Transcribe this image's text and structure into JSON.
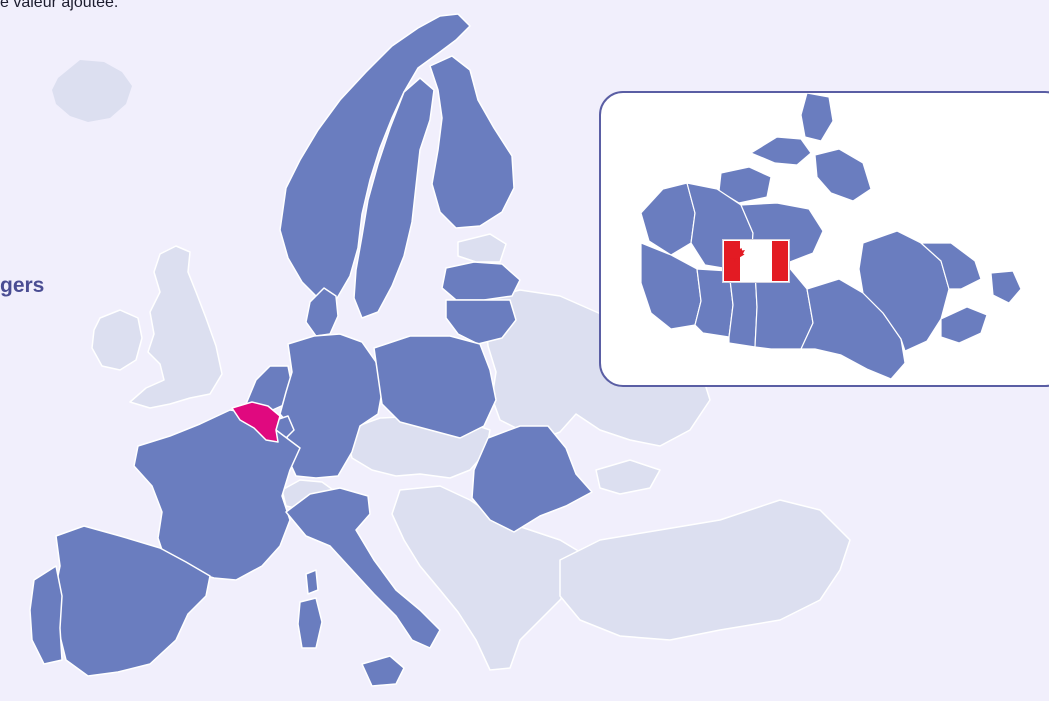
{
  "page": {
    "top_text": "e valeur ajoutée.",
    "side_heading": "gers"
  },
  "map": {
    "colors": {
      "background": "#f1effc",
      "member": "#6a7dbf",
      "non_member": "#dcdff0",
      "highlight": "#e0097f",
      "border": "#ffffff",
      "inset_border": "#5a5ea4"
    },
    "highlighted_country": "Belgium",
    "highlighted_countries": [
      "Belgium"
    ],
    "member_countries": [
      "Iceland-excluded",
      "Norway",
      "Sweden",
      "Finland",
      "Denmark",
      "Netherlands",
      "Germany",
      "Poland",
      "France",
      "Spain",
      "Portugal",
      "Italy",
      "Romania",
      "Latvia",
      "Lithuania",
      "Luxembourg"
    ],
    "inset": {
      "country": "Canada",
      "flag_icon": "canada-flag-icon",
      "flag_colors": [
        "#e31b23",
        "#ffffff"
      ]
    }
  }
}
